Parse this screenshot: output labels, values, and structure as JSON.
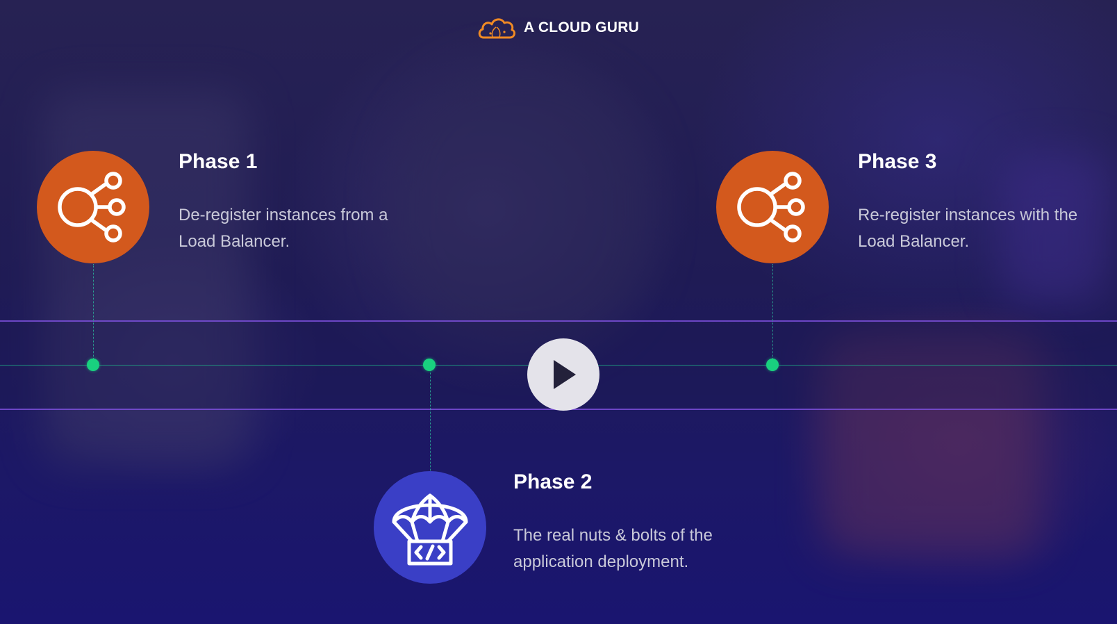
{
  "logo": {
    "text": "A CLOUD GURU",
    "icon": "cloud-logo-icon",
    "accent_color": "#f08a24"
  },
  "timeline": {
    "band_color": "#7a4fd8",
    "axis_color": "#1fb98a",
    "dot_color": "#19d17f"
  },
  "phases": [
    {
      "title": "Phase 1",
      "description": "De-register instances from a Load Balancer.",
      "icon": "load-balancer-icon",
      "icon_bg": "#d3591d"
    },
    {
      "title": "Phase 2",
      "description": "The real nuts & bolts of the application deployment.",
      "icon": "parachute-deploy-icon",
      "icon_bg": "#3a3fc6"
    },
    {
      "title": "Phase 3",
      "description": "Re-register instances with the Load Balancer.",
      "icon": "load-balancer-icon",
      "icon_bg": "#d3591d"
    }
  ],
  "player": {
    "play_icon": "play-icon"
  }
}
